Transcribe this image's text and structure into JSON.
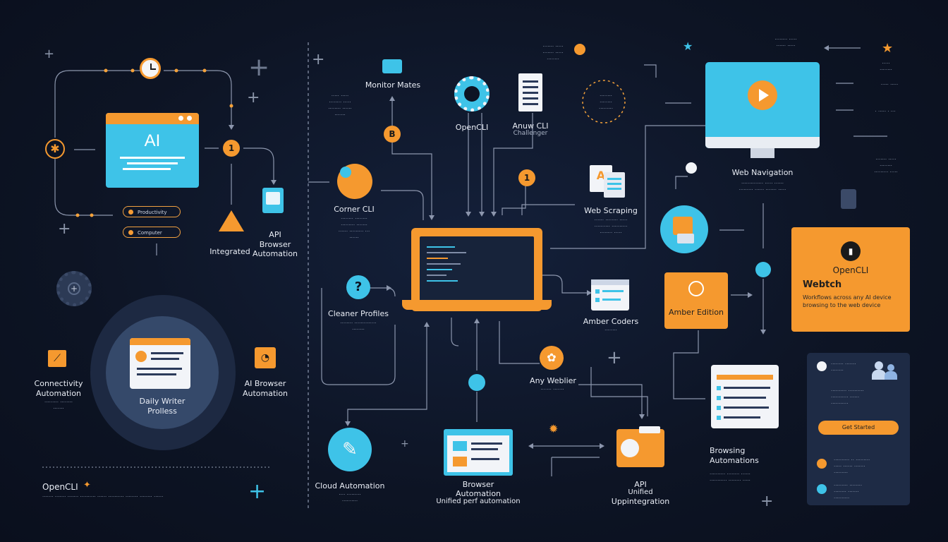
{
  "colors": {
    "orange": "#f5992f",
    "cyan": "#3ec3e8",
    "navy": "#1e2b45",
    "bg": "#0d1424"
  },
  "left": {
    "ai_window": {
      "title": "AI"
    },
    "pills": [
      "Productivity",
      "Computer"
    ],
    "integrated": "Integrated",
    "api_browser": {
      "line1": "API",
      "line2": "Browser",
      "line3": "Automation"
    },
    "hub": {
      "line1": "Daily Writer",
      "line2": "Prolless"
    },
    "connectivity": {
      "line1": "Connectivity",
      "line2": "Automation"
    },
    "ai_browser": {
      "line1": "AI Browser",
      "line2": "Automation"
    },
    "footer": "OpenCLI"
  },
  "center": {
    "monitor_mates": "Monitor Mates",
    "opencli": "OpenCLI",
    "any_cli": {
      "line1": "Anuw CLI",
      "line2": "Challenger"
    },
    "corner_cli": "Corner CLI",
    "web_scraping": "Web Scraping",
    "cleaner_profiles": "Cleaner Profiles",
    "amber_coders": "Amber Coders",
    "any_weblier": "Any Weblier",
    "cloud_automation": "Cloud Automation",
    "browser_automation": {
      "line1": "Browser",
      "line2": "Automation",
      "line3": "Unified perf automation"
    },
    "api_integration": {
      "line1": "API",
      "line2": "Unified",
      "line3": "Uppintegration"
    }
  },
  "right": {
    "web_navigation": "Web Navigation",
    "opencli_card": {
      "title": "OpenCLI",
      "subtitle": "Webtch",
      "body": "Workflows across any AI device browsing to the web device"
    },
    "amber_edition": "Amber Edition",
    "browsing_automations": {
      "line1": "Browsing",
      "line2": "Automations"
    },
    "panel_button": "Get Started"
  },
  "icons": [
    "clock-icon",
    "gear-icon",
    "star-icon",
    "play-icon",
    "question-icon",
    "document-icon",
    "folder-icon",
    "laptop-icon"
  ]
}
